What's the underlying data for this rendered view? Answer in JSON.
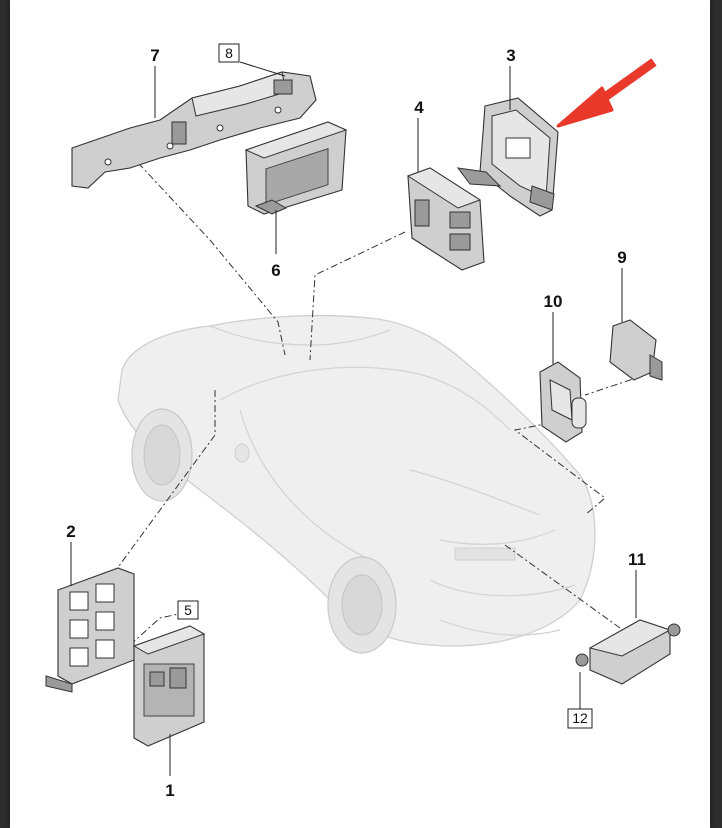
{
  "callouts": [
    {
      "id": "1",
      "label": "1",
      "boxed": false
    },
    {
      "id": "2",
      "label": "2",
      "boxed": false
    },
    {
      "id": "3",
      "label": "3",
      "boxed": false
    },
    {
      "id": "4",
      "label": "4",
      "boxed": false
    },
    {
      "id": "5",
      "label": "5",
      "boxed": true
    },
    {
      "id": "6",
      "label": "6",
      "boxed": false
    },
    {
      "id": "7",
      "label": "7",
      "boxed": false
    },
    {
      "id": "8",
      "label": "8",
      "boxed": true
    },
    {
      "id": "9",
      "label": "9",
      "boxed": false
    },
    {
      "id": "10",
      "label": "10",
      "boxed": false
    },
    {
      "id": "11",
      "label": "11",
      "boxed": false
    },
    {
      "id": "12",
      "label": "12",
      "boxed": true
    }
  ],
  "highlight_arrow": {
    "color": "#e8392b",
    "points_to": "3"
  },
  "colors": {
    "outline": "#333333",
    "part_fill": "#cfcfcf",
    "car_fill": "#efefef",
    "background": "#2e2e2e"
  }
}
